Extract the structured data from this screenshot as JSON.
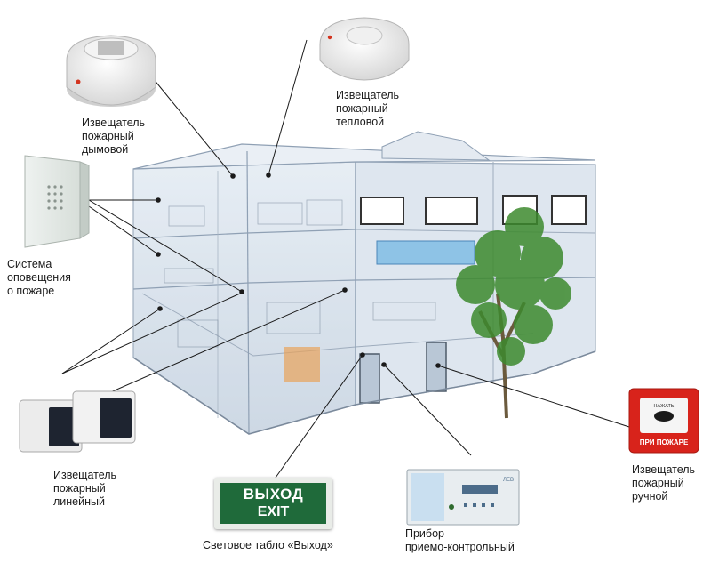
{
  "labels": {
    "smoke_detector": [
      "Извещатель",
      "пожарный",
      "дымовой"
    ],
    "heat_detector": [
      "Извещатель",
      "пожарный",
      "тепловой"
    ],
    "alert_system": [
      "Система",
      "оповещения",
      "о пожаре"
    ],
    "linear_detector": [
      "Извещатель",
      "пожарный",
      "линейный"
    ],
    "exit_sign": "Световое табло «Выход»",
    "control_panel": [
      "Прибор",
      "приемо-контрольный"
    ],
    "manual_call_point": [
      "Извещатель",
      "пожарный",
      "ручной"
    ]
  },
  "exit_sign_text": {
    "line1": "ВЫХОД",
    "line2": "EXIT"
  },
  "manual_call_point_text": {
    "top": "НАЖАТЬ",
    "bottom": "ПРИ ПОЖАРЕ"
  },
  "control_panel_brand": "ЛЕВ",
  "colors": {
    "glass": "#c9d6e4",
    "edge": "#8fa0b4",
    "call_point_red": "#d8231b",
    "exit_green": "#1f6a3a",
    "tree_green": "#3d8a2e"
  },
  "icons": [
    "smoke-detector-icon",
    "heat-detector-icon",
    "speaker-icon",
    "beam-detector-icon",
    "exit-sign-icon",
    "control-panel-icon",
    "manual-call-point-icon",
    "building-illustration",
    "tree-illustration"
  ]
}
